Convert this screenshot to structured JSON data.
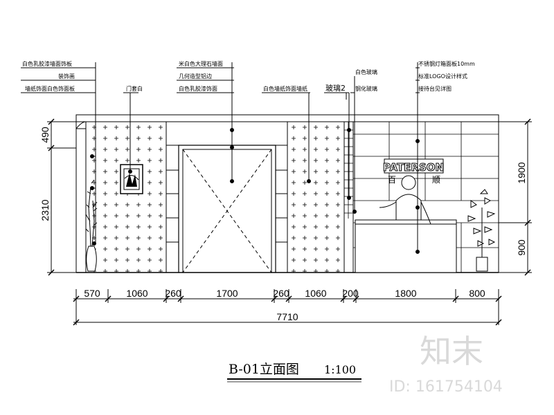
{
  "annotations": {
    "left_wall": [
      "白色乳胶漆墙面饰板",
      "装饰画",
      "墙纸饰面白色饰面板"
    ],
    "left_door": "门套白",
    "stone": [
      "米白色大理石墙面",
      "几何造型铝边",
      "白色乳胶漆饰面"
    ],
    "right_wall": "白色墙纸饰面墙纸",
    "glass_label": "玻璃2",
    "glass_box": [
      "白色玻璃",
      "钢化玻璃"
    ],
    "logo_wall": [
      "不锈钢灯箱面板10mm",
      "标准LOGO设计样式",
      "接待台见详图"
    ]
  },
  "logo": {
    "name": "PATERSON",
    "cn": [
      "百",
      "顺"
    ]
  },
  "dimensions": {
    "bottom": [
      "570",
      "1060",
      "260",
      "1700",
      "260",
      "1060",
      "200",
      "1800",
      "800"
    ],
    "total": "7710",
    "left": [
      "490",
      "2310"
    ],
    "right": [
      "1900",
      "900"
    ]
  },
  "title": {
    "code": "B-01立面图",
    "scale": "1:100"
  },
  "watermark": {
    "brand": "知末",
    "id": "ID: 161754104"
  }
}
